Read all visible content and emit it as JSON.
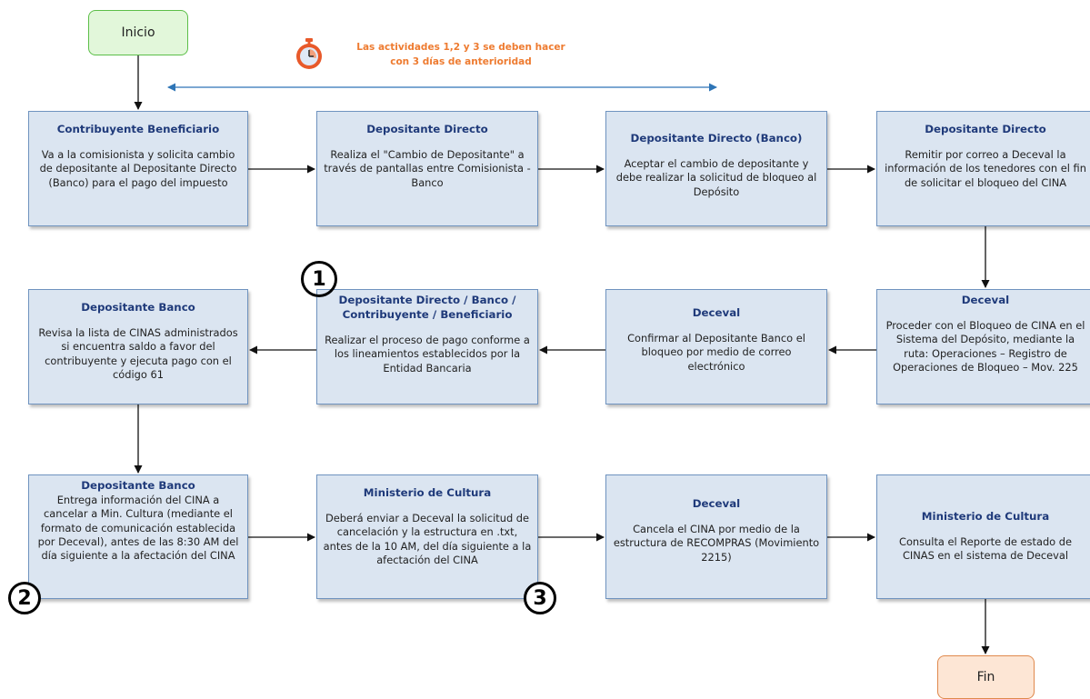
{
  "start": "Inicio",
  "end": "Fin",
  "note": {
    "line1": "Las actividades 1,2 y 3 se deben hacer",
    "line2": "con 3 días de anterioridad"
  },
  "boxes": [
    {
      "title": "Contribuyente Beneficiario",
      "text": "Va a la comisionista y solicita cambio de depositante al Depositante Directo (Banco) para el pago del impuesto"
    },
    {
      "title": "Depositante Directo",
      "text": "Realiza el \"Cambio de Depositante\" a través de pantallas entre Comisionista - Banco"
    },
    {
      "title": "Depositante Directo (Banco)",
      "text": "Aceptar el cambio de depositante y debe realizar la solicitud de bloqueo al Depósito"
    },
    {
      "title": "Depositante Directo",
      "text": "Remitir por correo a Deceval la información de los tenedores con el fin de solicitar el bloqueo del CINA"
    },
    {
      "title": "Deceval",
      "text": "Proceder con el Bloqueo de CINA en el Sistema del Depósito, mediante la ruta: Operaciones – Registro de Operaciones de Bloqueo – Mov. 225"
    },
    {
      "title": "Deceval",
      "text": "Confirmar al Depositante Banco el bloqueo por medio de correo electrónico"
    },
    {
      "title": "Depositante Directo / Banco / Contribuyente / Beneficiario",
      "text": "Realizar el proceso de pago conforme a los lineamientos establecidos por la Entidad Bancaria"
    },
    {
      "title": "Depositante Banco",
      "text": "Revisa la lista de CINAS administrados si encuentra saldo a favor del contribuyente y ejecuta pago con el código 61"
    },
    {
      "title": "Depositante Banco",
      "text": "Entrega información del CINA a cancelar a Min. Cultura (mediante el formato de comunicación establecida por Deceval), antes de las 8:30 AM del día siguiente a la afectación del CINA"
    },
    {
      "title": "Ministerio de Cultura",
      "text": "Deberá enviar a Deceval la solicitud de cancelación y la estructura en .txt, antes de la 10 AM, del día siguiente a la afectación del CINA"
    },
    {
      "title": "Deceval",
      "text": "Cancela el CINA por medio de la estructura de RECOMPRAS (Movimiento 2215)"
    },
    {
      "title": "Ministerio de Cultura",
      "text": "Consulta el Reporte de estado de CINAS en el sistema de Deceval"
    }
  ],
  "markers": [
    "1",
    "2",
    "3"
  ],
  "colors": {
    "box_fill": "#dbe5f1",
    "box_border": "#6f93bf",
    "title": "#1f3a7a",
    "note": "#ee7b30",
    "span_arrow": "#2e75b6"
  },
  "icons": {
    "note": "stopwatch-icon"
  }
}
